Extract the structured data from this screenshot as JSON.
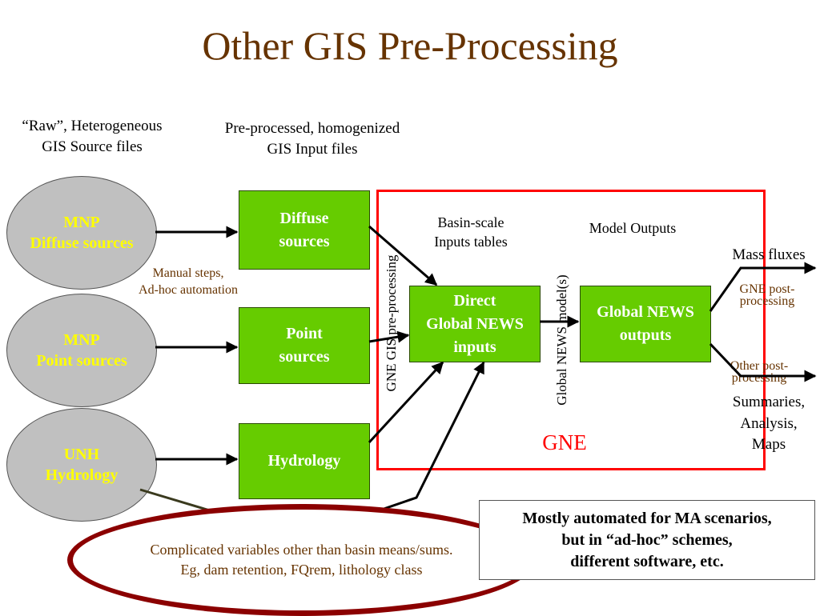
{
  "title": "Other GIS Pre-Processing",
  "headers": {
    "raw": [
      "“Raw”, Heterogeneous",
      "GIS Source files"
    ],
    "preprocessed": [
      "Pre-processed, homogenized",
      "GIS Input files"
    ]
  },
  "sources": [
    {
      "line1": "MNP",
      "line2": "Diffuse sources"
    },
    {
      "line1": "MNP",
      "line2": "Point sources"
    },
    {
      "line1": "UNH",
      "line2": "Hydrology"
    }
  ],
  "inputs": [
    {
      "line1": "Diffuse",
      "line2": "sources"
    },
    {
      "line1": "Point",
      "line2": "sources"
    },
    {
      "line1": "Hydrology",
      "line2": ""
    }
  ],
  "manual_steps": [
    "Manual steps,",
    "Ad-hoc automation"
  ],
  "gne": {
    "label": "GNE",
    "basin_inputs_label": [
      "Basin-scale",
      "Inputs tables"
    ],
    "model_outputs_label": "Model Outputs",
    "preprocessing_vertical": "GNE GIS  pre-processing",
    "model_vertical": "Global NEWS  model(s)",
    "direct_inputs": [
      "Direct",
      "Global NEWS",
      "inputs"
    ],
    "outputs": [
      "Global NEWS",
      "outputs"
    ]
  },
  "outputs_side": {
    "mass_fluxes": "Mass fluxes",
    "gne_post": [
      "GNE post-",
      "processing"
    ],
    "other_post": [
      "Other post-",
      "processing"
    ],
    "summaries": [
      "Summaries,",
      "Analysis,",
      "Maps"
    ]
  },
  "complicated_note": [
    "Complicated variables other than basin means/sums.",
    "Eg, dam retention, FQrem, lithology class"
  ],
  "automation_note": [
    "Mostly automated for MA scenarios,",
    "but in “ad-hoc” schemes,",
    "different software, etc."
  ]
}
